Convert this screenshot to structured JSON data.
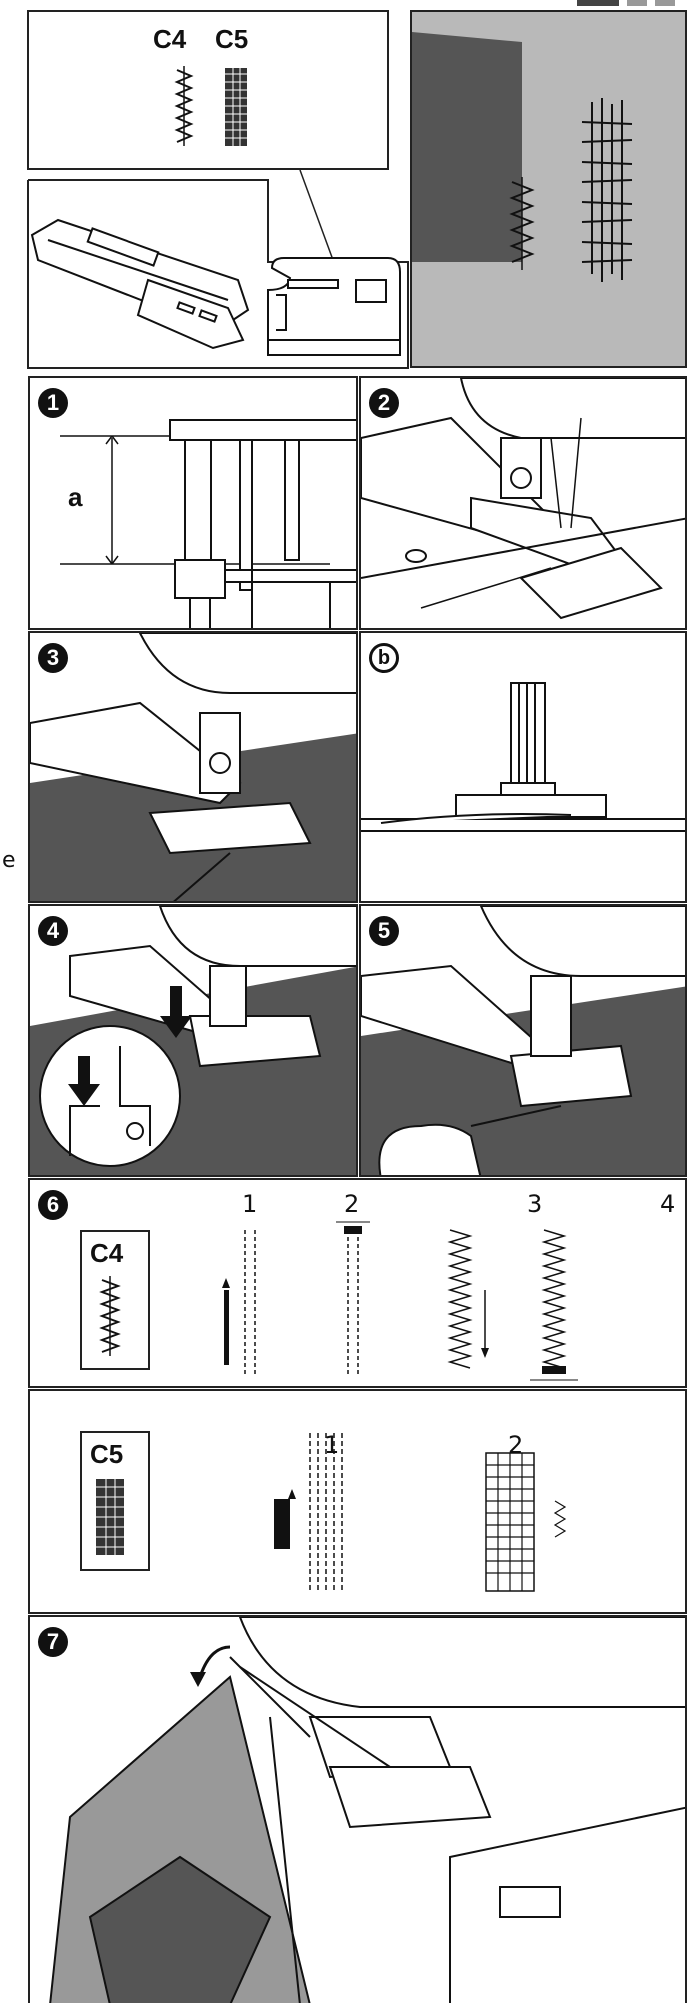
{
  "stitch_codes": {
    "c4": "C4",
    "c5": "C5"
  },
  "steps": [
    "1",
    "2",
    "3",
    "4",
    "5",
    "6",
    "7"
  ],
  "labels": {
    "a": "a",
    "b": "b"
  },
  "step6_c4": {
    "code": "C4",
    "phases": [
      "1",
      "2",
      "3",
      "4"
    ]
  },
  "step6_c5": {
    "code": "C5",
    "phases": [
      "1",
      "2"
    ]
  },
  "side_letter": "e",
  "colors": {
    "outline": "#222222",
    "fabric_grey": "#b9b9b9",
    "fabric_dark": "#555555",
    "header_tab": "#444444"
  }
}
